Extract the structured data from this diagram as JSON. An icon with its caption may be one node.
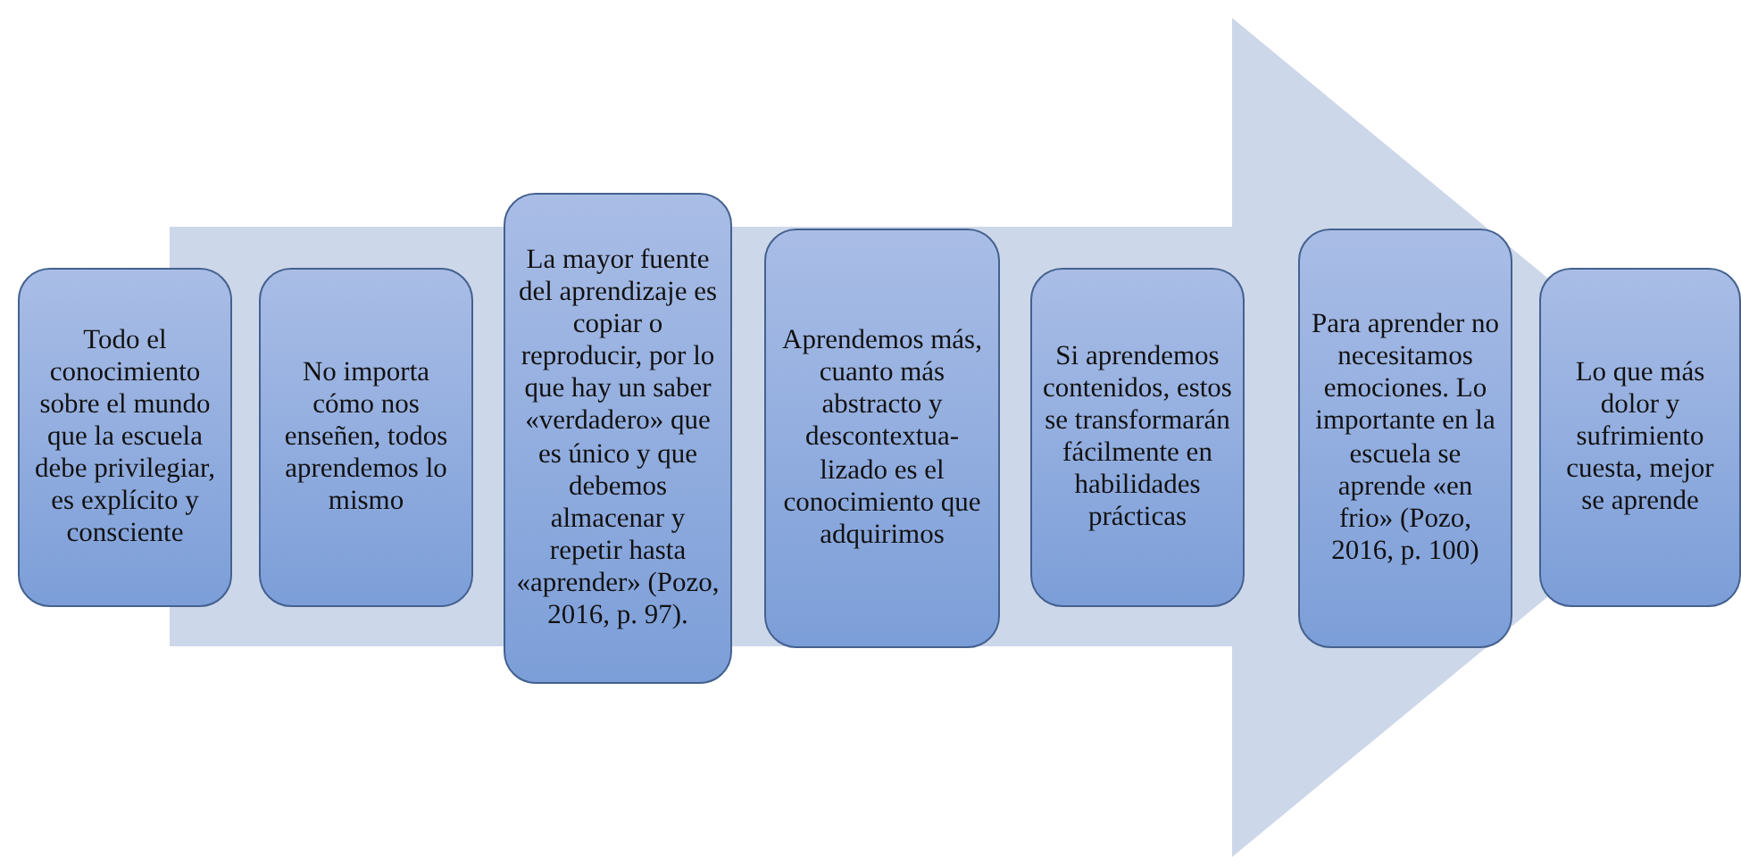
{
  "diagram": {
    "nodes": [
      {
        "text": [
          "Todo el conocimiento sobre el mundo que la escuela debe privilegiar, es explícito y consciente"
        ]
      },
      {
        "text": [
          "No importa cómo nos enseñen, todos aprendemos lo mismo"
        ]
      },
      {
        "text": [
          "La mayor fuente del aprendizaje es copiar o reproducir, por lo que hay un saber «verdadero» que es único y que debemos almacenar y repetir hasta «aprender» (Pozo, 2016, p. 97)."
        ]
      },
      {
        "text": [
          "Aprendemos más, cuanto más abstracto y descontextua- lizado es el conocimiento que adquirimos"
        ]
      },
      {
        "text": [
          "Si aprendemos contenidos, estos se transformarán fácilmente en habilidades prácticas"
        ]
      },
      {
        "text": [
          "Para aprender no necesitamos emociones. Lo importante en la escuela se aprende «en frio» (Pozo, 2016, p. 100)"
        ]
      },
      {
        "text": [
          "Lo que más dolor y sufrimiento cuesta, mejor se aprende"
        ]
      }
    ],
    "edges": [
      {
        "from": 0,
        "to": 6,
        "arrow": "to"
      }
    ]
  }
}
